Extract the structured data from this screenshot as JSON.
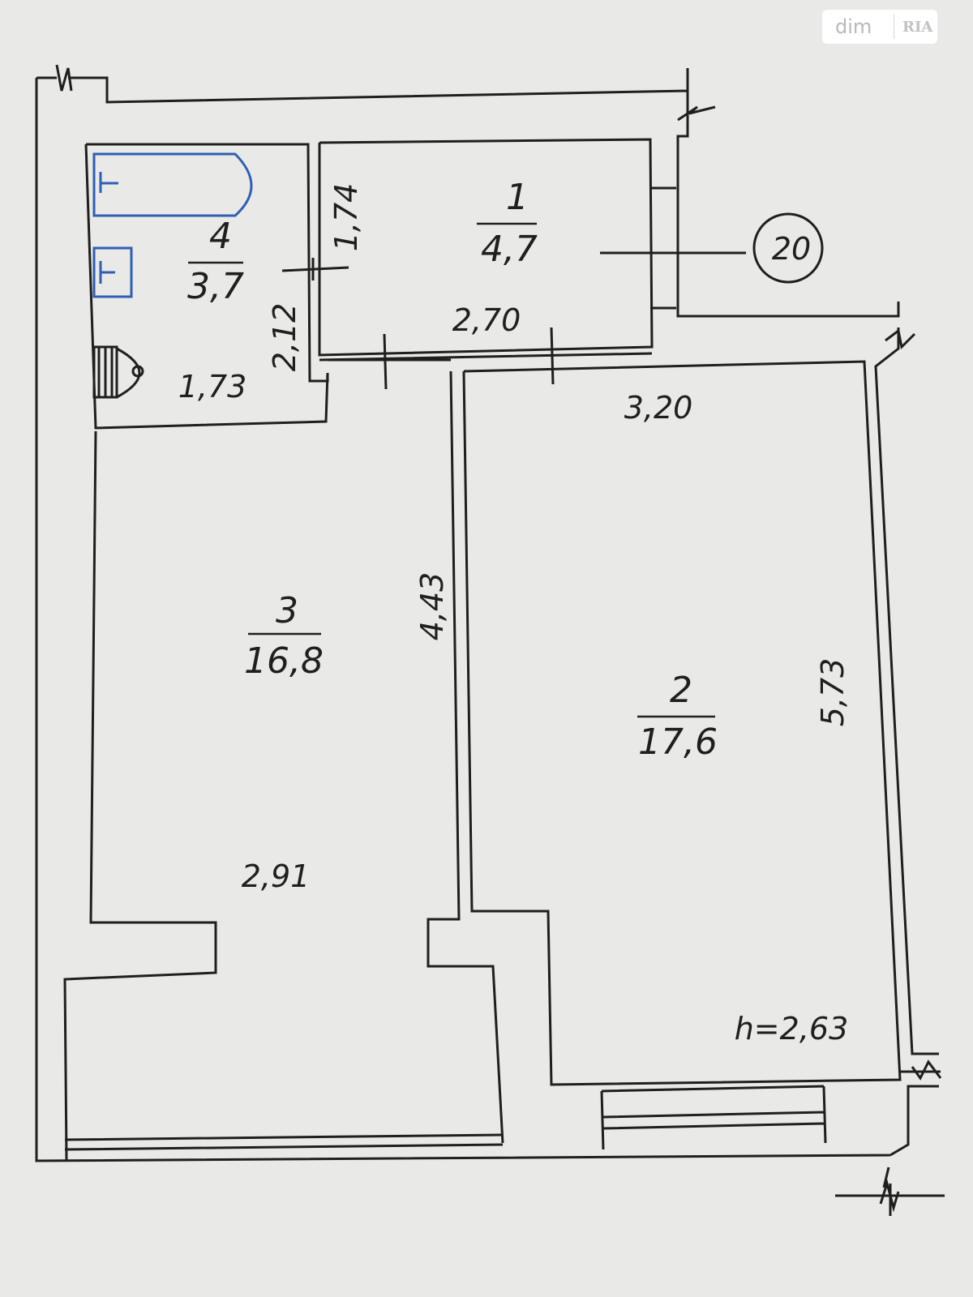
{
  "watermark": {
    "brand": "dim",
    "logo_text": "RIA"
  },
  "rooms": [
    {
      "id": "hall",
      "number": "1",
      "area": "4,7"
    },
    {
      "id": "living",
      "number": "2",
      "area": "17,6"
    },
    {
      "id": "kitchen",
      "number": "3",
      "area": "16,8"
    },
    {
      "id": "bath",
      "number": "4",
      "area": "3,7"
    }
  ],
  "dimensions": {
    "bath_height": "2,12",
    "bath_width": "1,73",
    "hall_height": "1,74",
    "hall_width": "2,70",
    "living_width": "3,20",
    "living_height": "5,73",
    "kitchen_height": "4,43",
    "kitchen_width": "2,91"
  },
  "axis_marker": "20",
  "ceiling_height": "h=2,63",
  "colors": {
    "line": "#1f1f1f",
    "fixture": "#2e5fb3",
    "paper": "#e9e9e7"
  }
}
